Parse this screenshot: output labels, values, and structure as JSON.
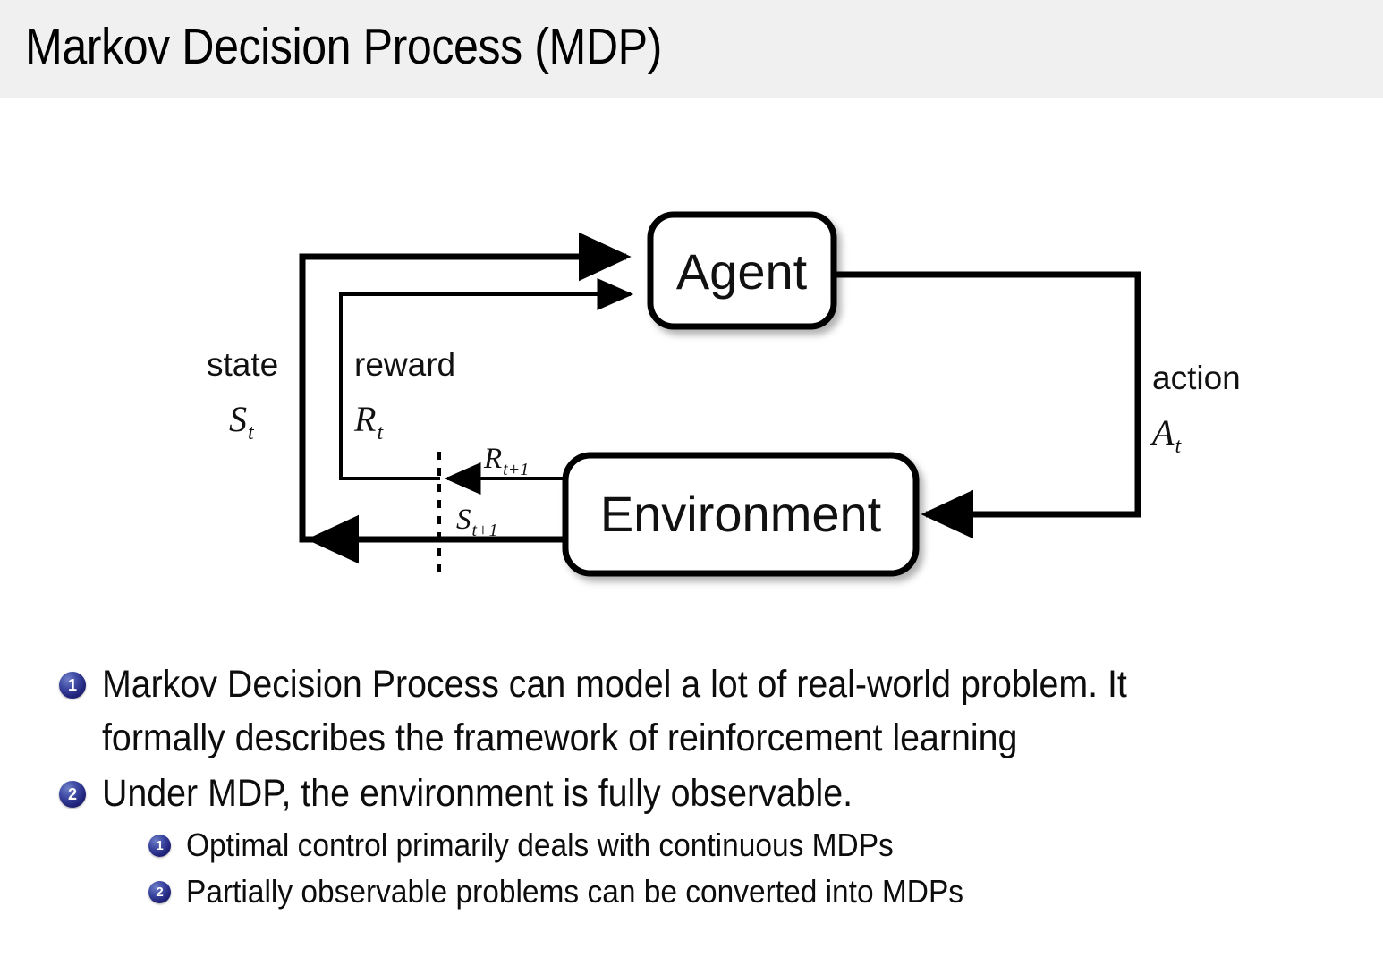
{
  "header": {
    "title": "Markov Decision Process (MDP)",
    "background_color": "#f0f0f0"
  },
  "diagram": {
    "name": "agent-environment-interaction-loop",
    "nodes": {
      "agent": "Agent",
      "environment": "Environment"
    },
    "edge_labels": {
      "state_word": "state",
      "state_symbol": "S",
      "state_subscript": "t",
      "reward_word": "reward",
      "reward_symbol": "R",
      "reward_subscript": "t",
      "action_word": "action",
      "action_symbol": "A",
      "action_subscript": "t",
      "reward_next_symbol": "R",
      "reward_next_subscript": "t+1",
      "state_next_symbol": "S",
      "state_next_subscript": "t+1"
    },
    "stroke_color": "#000000",
    "box_fill": "#ffffff"
  },
  "bullets": {
    "accent_color": "#21237a",
    "items": [
      {
        "marker": "1",
        "level": 1,
        "lines": [
          "Markov Decision Process can model a lot of real-world problem. It",
          "formally describes the framework of reinforcement learning"
        ],
        "text": "Markov Decision Process can model a lot of real-world problem. It formally describes the framework of reinforcement learning"
      },
      {
        "marker": "2",
        "level": 1,
        "lines": [
          "Under MDP, the environment is fully observable."
        ],
        "text": "Under MDP, the environment is fully observable."
      },
      {
        "marker": "1",
        "level": 2,
        "lines": [
          "Optimal control primarily deals with continuous MDPs"
        ],
        "text": "Optimal control primarily deals with continuous MDPs"
      },
      {
        "marker": "2",
        "level": 2,
        "lines": [
          "Partially observable problems can be converted into MDPs"
        ],
        "text": "Partially observable problems can be converted into MDPs"
      }
    ]
  }
}
